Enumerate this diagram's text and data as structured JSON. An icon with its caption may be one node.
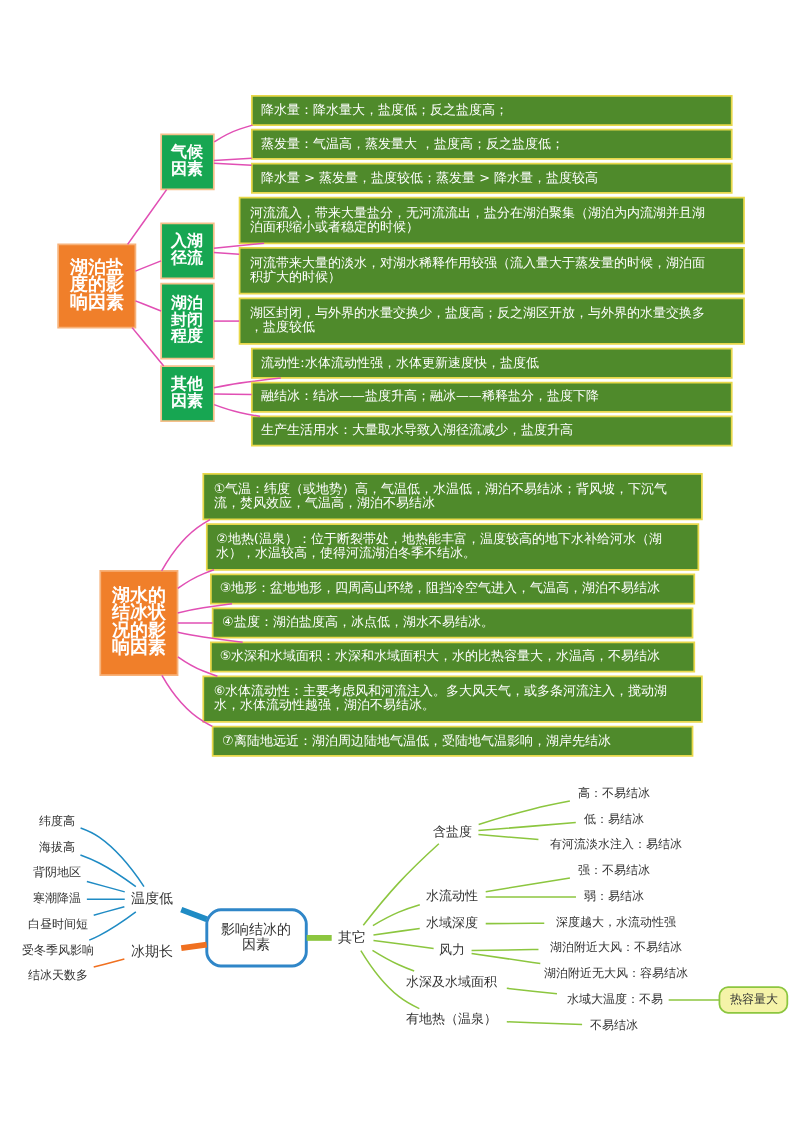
{
  "diagram": {
    "nodes": [
      {
        "text": [
          "湖泊盐度的影响因素"
        ]
      },
      {
        "text": [
          "气候因素"
        ]
      },
      {
        "text": [
          "降水量：降水量大，盐度低；反之盐度高；"
        ]
      },
      {
        "text": [
          "蒸发量：气温高，蒸发量大 ，盐度高；反之盐度低；"
        ]
      },
      {
        "text": [
          "降水量 > 蒸发量，盐度较低；蒸发量 > 降水量，盐度较高"
        ]
      },
      {
        "text": [
          "入湖径流"
        ]
      },
      {
        "text": [
          "河流流入，带来大量盐分，无河流流出，盐分在湖泊聚集（湖泊为内流湖并且湖泊面积缩小或者稳定的时候）"
        ]
      },
      {
        "text": [
          "河流带来大量的淡水，对湖水稀释作用较强（流入量大于蒸发量的时候，湖泊面积扩大的时候）"
        ]
      },
      {
        "text": [
          "湖泊封闭程度"
        ]
      },
      {
        "text": [
          "湖区封闭，与外界的水量交换少，盐度高；反之湖区开放，与外界的水量交换多，盐度较低"
        ]
      },
      {
        "text": [
          "其他因素"
        ]
      },
      {
        "text": [
          "流动性:水体流动性强，水体更新速度快，盐度低"
        ]
      },
      {
        "text": [
          "融结冰：结冰——盐度升高；融冰——稀释盐分，盐度下降"
        ]
      },
      {
        "text": [
          "生产生活用水：大量取水导致入湖径流减少，盐度升高"
        ]
      },
      {
        "text": [
          "湖水的结冰状况的影响因素"
        ]
      },
      {
        "text": [
          "①气温：纬度（或地势）高，气温低，水温低，湖泊不易结冰；背风坡，下沉气流，焚风效应，气温高，湖泊不易结冰"
        ]
      },
      {
        "text": [
          "②地热(温泉）：位于断裂带处，地热能丰富，温度较高的地下水补给河水（湖水），水温较高，使得河流湖泊冬季不结冰。"
        ]
      },
      {
        "text": [
          "③地形：盆地地形，四周高山环绕，阻挡冷空气进入，气温高，湖泊不易结冰"
        ]
      },
      {
        "text": [
          "④盐度：湖泊盐度高，冰点低，湖水不易结冰。"
        ]
      },
      {
        "text": [
          "⑤水深和水域面积：水深和水域面积大，水的比热容量大，水温高，不易结冰"
        ]
      },
      {
        "text": [
          "⑥水体流动性：主要考虑风和河流注入。多大风天气，或多条河流注入，搅动湖水，水体流动性越强，湖泊不易结冰。"
        ]
      },
      {
        "text": [
          "⑦离陆地远近：湖泊周边陆地气温低，受陆地气温影响，湖岸先结冰"
        ]
      },
      {
        "text": [
          "影响结冰的因素"
        ]
      },
      {
        "text": [
          "温度低"
        ]
      },
      {
        "text": [
          "纬度高"
        ]
      },
      {
        "text": [
          "海拔高"
        ]
      },
      {
        "text": [
          "背阴地区"
        ]
      },
      {
        "text": [
          "寒潮降温"
        ]
      },
      {
        "text": [
          "白昼时间短"
        ]
      },
      {
        "text": [
          "受冬季风影响"
        ]
      },
      {
        "text": [
          "冰期长"
        ]
      },
      {
        "text": [
          "结冰天数多"
        ]
      },
      {
        "text": [
          "其它"
        ]
      },
      {
        "text": [
          "含盐度"
        ]
      },
      {
        "text": [
          "高：不易结冰"
        ]
      },
      {
        "text": [
          "低：易结冰"
        ]
      },
      {
        "text": [
          "有河流淡水注入：易结冰"
        ]
      },
      {
        "text": [
          "水流动性"
        ]
      },
      {
        "text": [
          "强：不易结冰"
        ]
      },
      {
        "text": [
          "弱：易结冰"
        ]
      },
      {
        "text": [
          "水域深度"
        ]
      },
      {
        "text": [
          "深度越大，水流动性强"
        ]
      },
      {
        "text": [
          "风力"
        ]
      },
      {
        "text": [
          "湖泊附近大风：不易结冰"
        ]
      },
      {
        "text": [
          "湖泊附近无大风：容易结冰"
        ]
      },
      {
        "text": [
          "水深及水域面积"
        ]
      },
      {
        "text": [
          "水域大温度：不易"
        ]
      },
      {
        "text": [
          "热容量大"
        ]
      },
      {
        "text": [
          "有地热（温泉）"
        ]
      },
      {
        "text": [
          "不易结冰"
        ]
      }
    ],
    "edges": [
      {
        "from": 0,
        "to": 1,
        "arrow": "none"
      },
      {
        "from": 1,
        "to": 2,
        "arrow": "none"
      },
      {
        "from": 1,
        "to": 3,
        "arrow": "none"
      },
      {
        "from": 1,
        "to": 4,
        "arrow": "none"
      },
      {
        "from": 0,
        "to": 5,
        "arrow": "none"
      },
      {
        "from": 5,
        "to": 6,
        "arrow": "none"
      },
      {
        "from": 5,
        "to": 7,
        "arrow": "none"
      },
      {
        "from": 0,
        "to": 8,
        "arrow": "none"
      },
      {
        "from": 8,
        "to": 9,
        "arrow": "none"
      },
      {
        "from": 0,
        "to": 10,
        "arrow": "none"
      },
      {
        "from": 10,
        "to": 11,
        "arrow": "none"
      },
      {
        "from": 10,
        "to": 12,
        "arrow": "none"
      },
      {
        "from": 10,
        "to": 13,
        "arrow": "none"
      },
      {
        "from": 14,
        "to": 15,
        "arrow": "none"
      },
      {
        "from": 14,
        "to": 16,
        "arrow": "none"
      },
      {
        "from": 14,
        "to": 17,
        "arrow": "none"
      },
      {
        "from": 14,
        "to": 18,
        "arrow": "none"
      },
      {
        "from": 14,
        "to": 19,
        "arrow": "none"
      },
      {
        "from": 14,
        "to": 20,
        "arrow": "none"
      },
      {
        "from": 14,
        "to": 21,
        "arrow": "none"
      },
      {
        "from": 23,
        "to": 22,
        "arrow": "none",
        "style": "thick",
        "color": "#1f8bc4"
      },
      {
        "from": 24,
        "to": 23,
        "arrow": "none",
        "color": "#1f8bc4"
      },
      {
        "from": 25,
        "to": 23,
        "arrow": "none",
        "color": "#1f8bc4"
      },
      {
        "from": 26,
        "to": 23,
        "arrow": "none",
        "color": "#1f8bc4"
      },
      {
        "from": 27,
        "to": 23,
        "arrow": "none",
        "color": "#1f8bc4"
      },
      {
        "from": 28,
        "to": 23,
        "arrow": "none",
        "color": "#1f8bc4"
      },
      {
        "from": 29,
        "to": 23,
        "arrow": "none",
        "color": "#1f8bc4"
      },
      {
        "from": 30,
        "to": 22,
        "arrow": "none",
        "style": "thick",
        "color": "#f07020"
      },
      {
        "from": 31,
        "to": 30,
        "arrow": "none",
        "color": "#f07020"
      },
      {
        "from": 22,
        "to": 32,
        "arrow": "none",
        "style": "thick",
        "color": "#8cc63f"
      },
      {
        "from": 32,
        "to": 33,
        "arrow": "none",
        "color": "#8cc63f"
      },
      {
        "from": 33,
        "to": 34,
        "arrow": "none",
        "color": "#8cc63f"
      },
      {
        "from": 33,
        "to": 35,
        "arrow": "none",
        "color": "#8cc63f"
      },
      {
        "from": 33,
        "to": 36,
        "arrow": "none",
        "color": "#8cc63f"
      },
      {
        "from": 32,
        "to": 37,
        "arrow": "none",
        "color": "#8cc63f"
      },
      {
        "from": 37,
        "to": 38,
        "arrow": "none",
        "color": "#8cc63f"
      },
      {
        "from": 37,
        "to": 39,
        "arrow": "none",
        "color": "#8cc63f"
      },
      {
        "from": 32,
        "to": 40,
        "arrow": "none",
        "color": "#8cc63f"
      },
      {
        "from": 40,
        "to": 41,
        "arrow": "none",
        "color": "#8cc63f"
      },
      {
        "from": 32,
        "to": 42,
        "arrow": "none",
        "color": "#8cc63f"
      },
      {
        "from": 42,
        "to": 43,
        "arrow": "none",
        "color": "#8cc63f"
      },
      {
        "from": 42,
        "to": 44,
        "arrow": "none",
        "color": "#8cc63f"
      },
      {
        "from": 32,
        "to": 45,
        "arrow": "none",
        "color": "#8cc63f"
      },
      {
        "from": 45,
        "to": 46,
        "arrow": "none",
        "color": "#8cc63f"
      },
      {
        "from": 46,
        "to": 47,
        "arrow": "none",
        "color": "#8cc63f"
      },
      {
        "from": 32,
        "to": 48,
        "arrow": "none",
        "color": "#8cc63f"
      },
      {
        "from": 48,
        "to": 49,
        "arrow": "none",
        "color": "#8cc63f"
      }
    ]
  }
}
